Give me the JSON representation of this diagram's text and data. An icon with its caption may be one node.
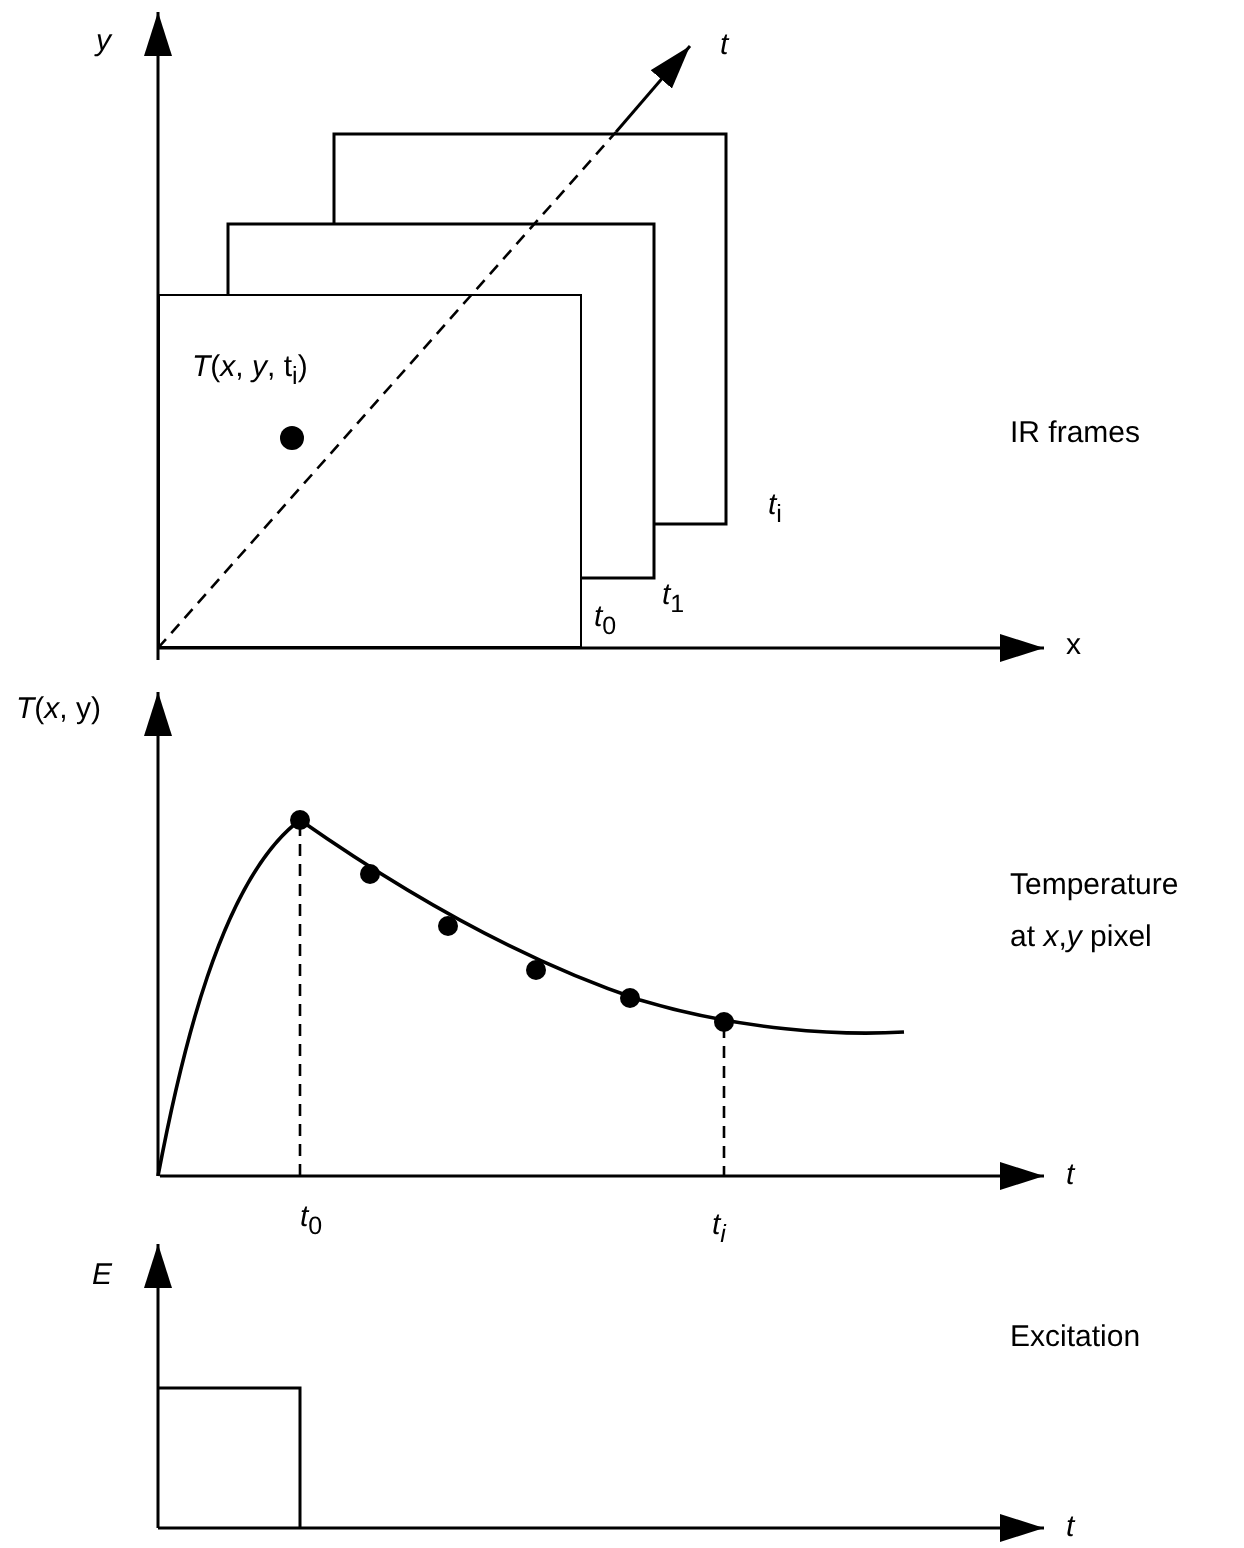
{
  "diagram": {
    "nodes": [
      {
        "text": [
          "*T*(*x*, *y*, t$_{i}$)"
        ],
        "beside": [
          "*t*$_{0}$"
        ]
      },
      {
        "text": [],
        "shape": "box",
        "beside": [
          "*t*$_{1}$"
        ]
      },
      {
        "text": [],
        "shape": "box",
        "beside": [
          "*t*$_{i}$"
        ]
      }
    ],
    "edges": [],
    "labels": [
      "y",
      "t",
      "IR frames",
      "x",
      "*T*(*x*, y)",
      "Temperature at *x*,*y* pixel",
      "t",
      "*t*$_{0}$",
      "t$_{i}$",
      "E",
      "Excitation",
      "t"
    ]
  }
}
